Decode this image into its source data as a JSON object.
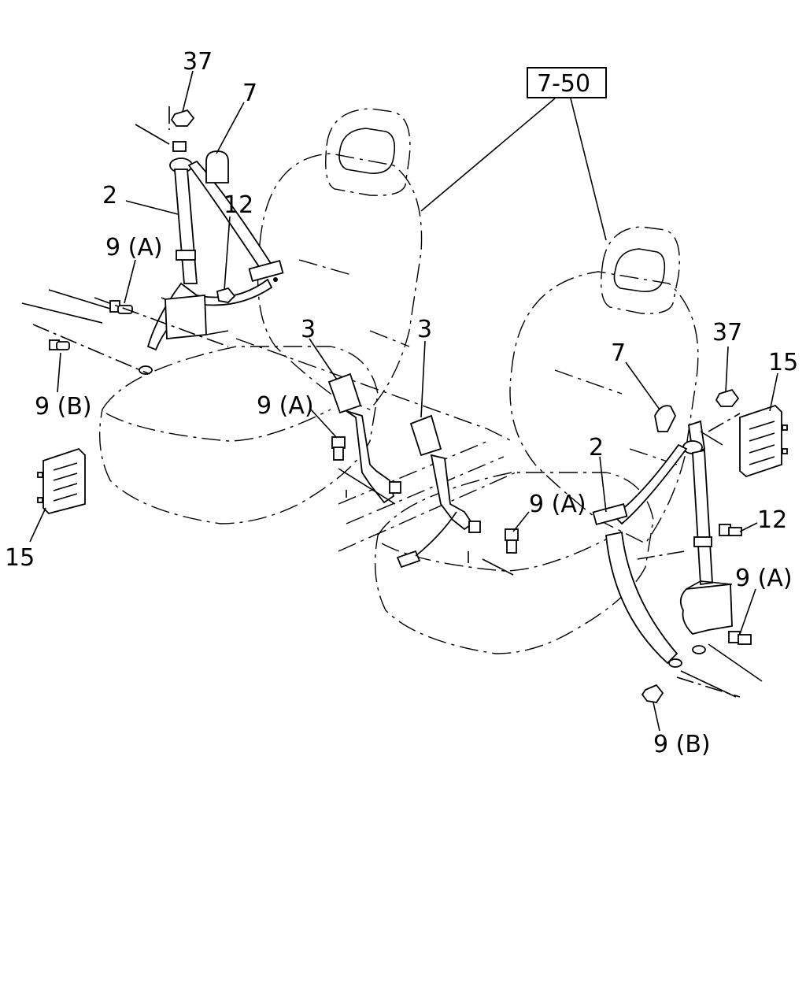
{
  "labels": {
    "l37_top": "37",
    "l7_top": "7",
    "l2_left": "2",
    "l12_left": "12",
    "l9a_left": "9 (A)",
    "l9b_left": "9 (B)",
    "l15_left": "15",
    "l750": "7-50",
    "l3_left": "3",
    "l3_mid": "3",
    "l9a_center": "9 (A)",
    "l9a_mid": "9 (A)",
    "l7_right": "7",
    "l2_right": "2",
    "l37_right": "37",
    "l15_right": "15",
    "l12_right": "12",
    "l9a_right": "9 (A)",
    "l9b_right": "9 (B)"
  }
}
